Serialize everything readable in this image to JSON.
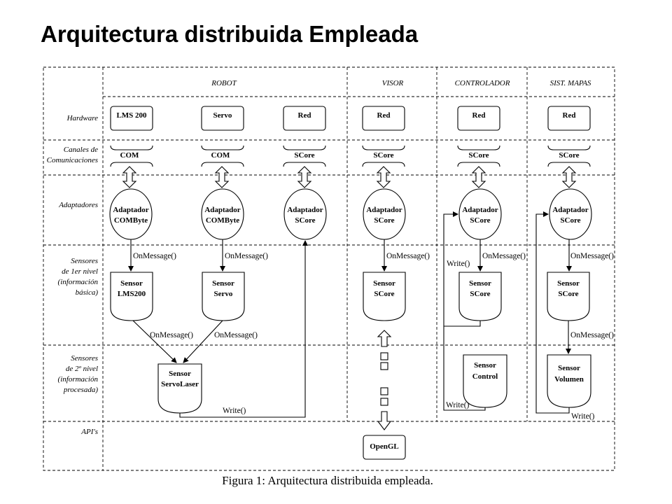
{
  "title": "Arquitectura distribuida Empleada",
  "columns": [
    "ROBOT",
    "VISOR",
    "CONTROLADOR",
    "SIST. MAPAS"
  ],
  "rows": {
    "hardware": "Hardware",
    "canales_1": "Canales de",
    "canales_2": "Comunicaciones",
    "adaptadores": "Adaptadores",
    "s1_1": "Sensores",
    "s1_2": "de 1er nivel",
    "s1_3": "(información",
    "s1_4": "básica)",
    "s2_1": "Sensores",
    "s2_2": "de 2º nivel",
    "s2_3": "(información",
    "s2_4": "procesada)",
    "apis": "API's"
  },
  "hardware": {
    "lms": "LMS 200",
    "servo": "Servo",
    "red_robot": "Red",
    "red_visor": "Red",
    "red_ctrl": "Red",
    "red_mapas": "Red"
  },
  "channels": {
    "com1": "COM",
    "com2": "COM",
    "score_robot": "SCore",
    "score_visor": "SCore",
    "score_ctrl": "SCore",
    "score_mapas": "SCore"
  },
  "adapters": {
    "a1_l1": "Adaptador",
    "a1_l2": "COMByte",
    "a2_l1": "Adaptador",
    "a2_l2": "COMByte",
    "a3_l1": "Adaptador",
    "a3_l2": "SCore",
    "a4_l1": "Adaptador",
    "a4_l2": "SCore",
    "a5_l1": "Adaptador",
    "a5_l2": "SCore",
    "a6_l1": "Adaptador",
    "a6_l2": "SCore"
  },
  "sensors": {
    "s_lms_1": "Sensor",
    "s_lms_2": "LMS200",
    "s_servo_1": "Sensor",
    "s_servo_2": "Servo",
    "s_visor_1": "Sensor",
    "s_visor_2": "SCore",
    "s_ctrl_1": "Sensor",
    "s_ctrl_2": "SCore",
    "s_mapas_1": "Sensor",
    "s_mapas_2": "SCore",
    "s_servolaser_1": "Sensor",
    "s_servolaser_2": "ServoLaser",
    "s_control_1": "Sensor",
    "s_control_2": "Control",
    "s_volumen_1": "Sensor",
    "s_volumen_2": "Volumen"
  },
  "messages": {
    "onmsg": "OnMessage()",
    "write": "Write()"
  },
  "opengl": "OpenGL",
  "caption": "Figura 1: Arquitectura distribuida empleada."
}
